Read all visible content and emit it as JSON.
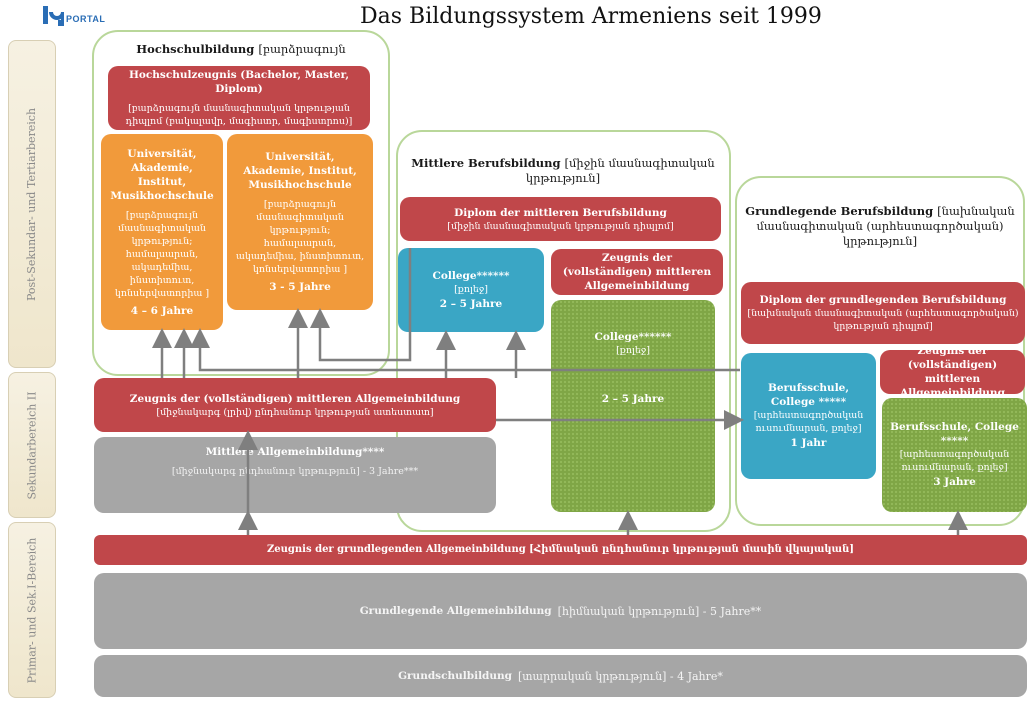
{
  "title": "Das Bildungssystem Armeniens seit 1999",
  "logo": {
    "text": "PORTAL",
    "icon": "iq-logo-icon"
  },
  "sidebar": [
    {
      "label": "Post-Sekundar- und Tertiarbereich"
    },
    {
      "label": "Sekundarbereich II"
    },
    {
      "label": "Primar- und Sek.I-Bereich"
    }
  ],
  "hochschul": {
    "heading": "Hochschulbildung",
    "heading_arm": "[բարձրագույն",
    "zeugnis_title": "Hochschulzeugnis (Bachelor, Master, Diplom)",
    "zeugnis_arm": "[բարձրագույն մասնագիտական կրթության դիպլոմ (բակալավր, մագիստր, մագիստրոս)]",
    "uni1_title": "Universität, Akademie, Institut, Musikhochschule",
    "uni1_arm": "[բարձրագույն մասնագիտական կրթություն; համալսարան, ակադեմիա, ինստիտուտ, կոնսերվատորիա ]",
    "uni1_years": "4 – 6 Jahre",
    "uni2_title": "Universität, Akademie, Institut, Musikhochschule",
    "uni2_arm": "[բարձրագույն մասնագիտական կրթություն; համալսարան, ակադեմիա, ինստիտուտ, կոնսերվատորիա ]",
    "uni2_years": "3 - 5 Jahre"
  },
  "mittlere": {
    "heading": "Mittlere Berufsbildung",
    "heading_arm": "[միջին մասնագիտական կրթություն]",
    "diplom_title": "Diplom der mittleren Berufsbildung",
    "diplom_arm": "[միջին մասնագիտական կրթության դիպլոմ]",
    "college1_title": "College******",
    "college1_arm": "[քոլեջ]",
    "college1_years": "2 – 5 Jahre",
    "zeugnis_title": "Zeugnis der (vollständigen) mittleren Allgemeinbildung",
    "college2_title": "College******",
    "college2_arm": "[քոլեջ]",
    "college2_years": "2 – 5 Jahre"
  },
  "grund_beruf": {
    "heading": "Grundlegende Berufsbildung",
    "heading_arm": "[նախնական մասնագիտական (արհեստագործական) կրթություն]",
    "diplom_title": "Diplom der grundlegenden Berufsbildung",
    "diplom_arm": "[նախնական մասնագիտական (արհեստագործական) կրթության դիպլոմ]",
    "berufsschule1_title": "Berufsschule, College *****",
    "berufsschule1_arm": "[արհեստագործական ուսումնարան, քոլեջ]",
    "berufsschule1_years": "1 Jahr",
    "zeugnis_title": "Zeugnis der (vollständigen) mittleren Allgemeinbildung",
    "berufsschule2_title": "Berufsschule, College *****",
    "berufsschule2_arm": "[արհեստագործական ուսումնարան, քոլեջ]",
    "berufsschule2_years": "3 Jahre"
  },
  "sek2": {
    "zeugnis_title": "Zeugnis der (vollständigen) mittleren Allgemeinbildung",
    "zeugnis_arm": "[միջնակարգ (լրիվ) ընդհանուր կրթության ատեստատ]",
    "mittlere_title": "Mittlere Allgemeinbildung****",
    "mittlere_sub": "[միջնակարգ ընդհանուր կրթություն] - 3 Jahre***"
  },
  "primary": {
    "zeugnis_bar": "Zeugnis der grundlegenden Allgemeinbildung [Հիմնական ընդհանուր կրթության մասին վկայական]",
    "grundlegende_title": "Grundlegende Allgemeinbildung",
    "grundlegende_sub": "[հիմնական կրթություն] - 5 Jahre**",
    "grundschul_title": "Grundschulbildung",
    "grundschul_sub": "[տարրական կրթություն] - 4 Jahre*"
  },
  "colors": {
    "red": "#c0474a",
    "orange": "#f19a3b",
    "teal": "#3aa6c5",
    "gray": "#a6a6a6",
    "olive": "#7fa646",
    "frame": "#b9d79a",
    "arrow": "#7f7f7f"
  }
}
